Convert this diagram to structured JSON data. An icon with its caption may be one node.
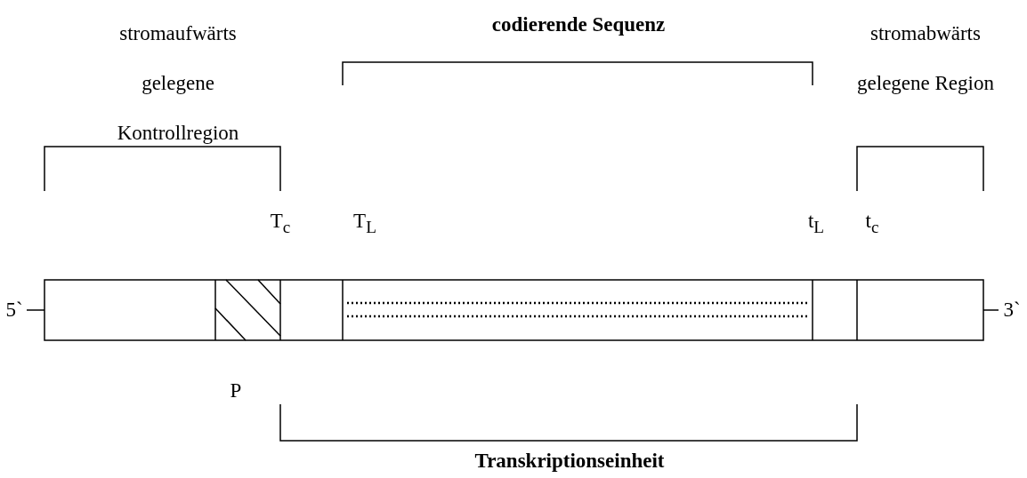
{
  "diagram": {
    "labels": [
      "stromaufwärts gelegene Kontrollregion",
      "codierende Sequenz",
      "stromabwärts gelegene Region",
      "T$_{c}$",
      "T$_{L}$",
      "t$_{L}$",
      "t$_{c}$",
      "5`",
      "3`",
      "P",
      "Transkriptionseinheit"
    ]
  }
}
